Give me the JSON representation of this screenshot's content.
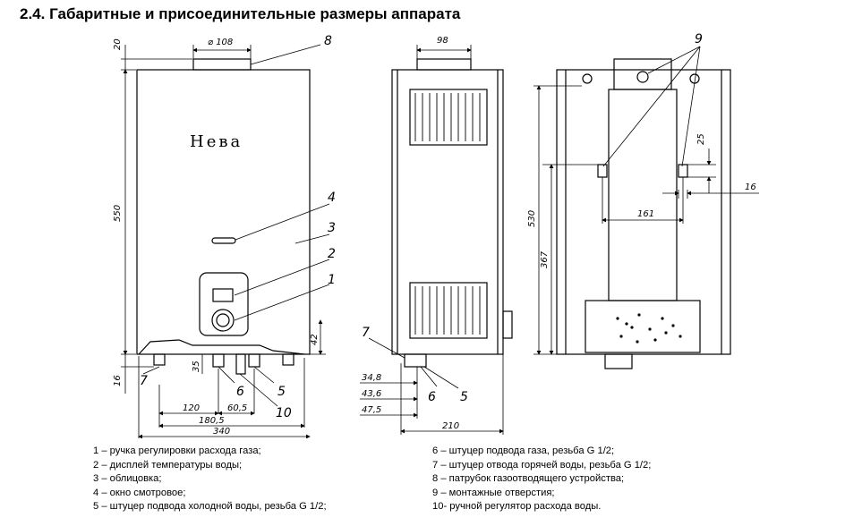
{
  "heading": "2.4. Габаритные и присоединительные размеры аппарата",
  "brand": "Нева",
  "front_dims": {
    "top_offset": "20",
    "pipe_diameter": "⌀ 108",
    "height": "550",
    "width_120": "120",
    "width_60_5": "60,5",
    "width_180_5": "180,5",
    "width_340": "340",
    "height_42": "42",
    "height_35": "35",
    "height_16": "16"
  },
  "side_dims": {
    "pipe_depth": "98",
    "depth_34_8": "34,8",
    "depth_43_6": "43,6",
    "depth_47_5": "47,5",
    "depth_210": "210"
  },
  "back_dims": {
    "height_530": "530",
    "height_367": "367",
    "spacing_161": "161",
    "size_25": "25",
    "size_16": "16"
  },
  "callouts": {
    "c1": "1",
    "c2": "2",
    "c3": "3",
    "c4": "4",
    "c5": "5",
    "c6": "6",
    "c7": "7",
    "c8": "8",
    "c9": "9",
    "c10": "10"
  },
  "legend_left": [
    "1 – ручка регулировки расхода газа;",
    "2 – дисплей температуры воды;",
    "3 – облицовка;",
    "4 – окно смотровое;",
    "5 – штуцер подвода холодной воды, резьба G 1/2;"
  ],
  "legend_right": [
    "6 – штуцер подвода газа, резьба G 1/2;",
    "7 – штуцер отвода горячей воды, резьба G 1/2;",
    "8 – патрубок газоотводящего устройства;",
    "9 – монтажные отверстия;",
    "10- ручной регулятор расхода воды."
  ]
}
